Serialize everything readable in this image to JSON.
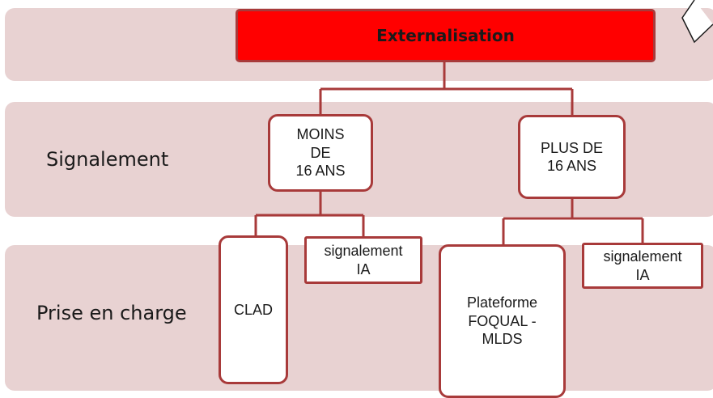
{
  "title": "Externalisation",
  "rows": {
    "signalement": "Signalement",
    "prise_en_charge": "Prise en charge"
  },
  "age_groups": {
    "moins": "MOINS\nDE\n16 ANS",
    "plus": "PLUS DE\n16 ANS"
  },
  "handling": {
    "clad": "CLAD",
    "signalement_ia_left": "signalement\nIA",
    "plateforme": "Plateforme\nFOQUAL -\nMLDS",
    "signalement_ia_right": "signalement\nIA"
  },
  "colors": {
    "band": "#e8d2d2",
    "title_fill": "#ff0000",
    "connector": "#a83a3a"
  }
}
